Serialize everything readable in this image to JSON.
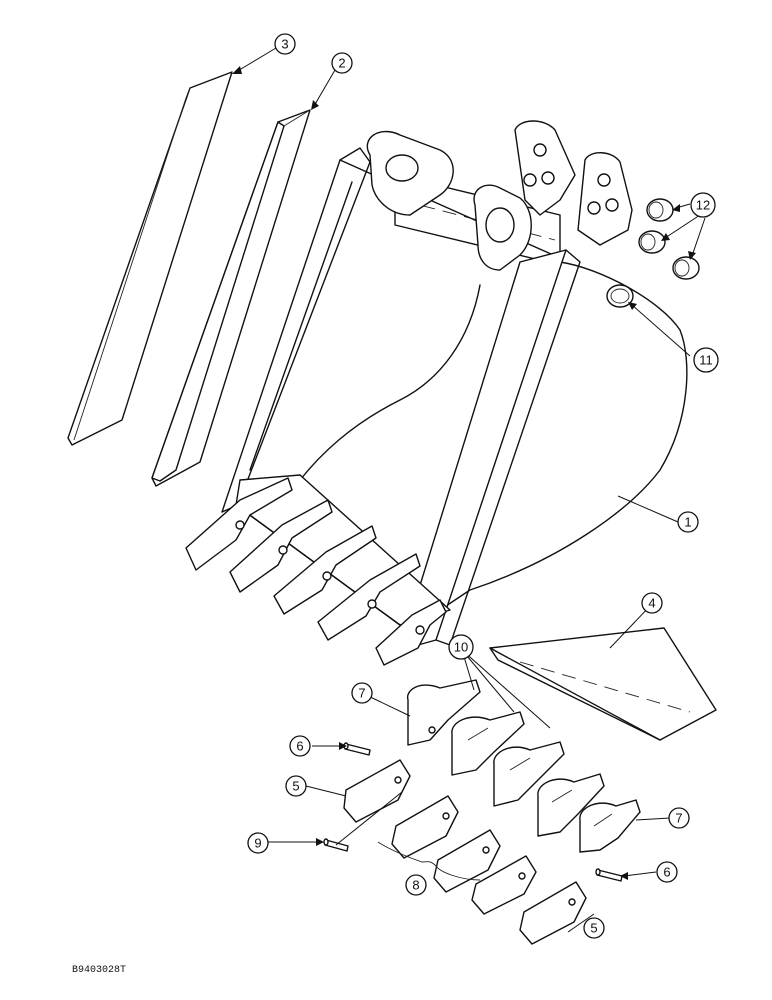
{
  "drawing_code": "B9403028T",
  "callouts": [
    {
      "id": "c3",
      "number": "3"
    },
    {
      "id": "c2",
      "number": "2"
    },
    {
      "id": "c12",
      "number": "12"
    },
    {
      "id": "c11",
      "number": "11"
    },
    {
      "id": "c1",
      "number": "1"
    },
    {
      "id": "c4",
      "number": "4"
    },
    {
      "id": "c10",
      "number": "10"
    },
    {
      "id": "c7a",
      "number": "7"
    },
    {
      "id": "c6a",
      "number": "6"
    },
    {
      "id": "c5a",
      "number": "5"
    },
    {
      "id": "c9",
      "number": "9"
    },
    {
      "id": "c8",
      "number": "8"
    },
    {
      "id": "c7b",
      "number": "7"
    },
    {
      "id": "c6b",
      "number": "6"
    },
    {
      "id": "c5b",
      "number": "5"
    }
  ]
}
